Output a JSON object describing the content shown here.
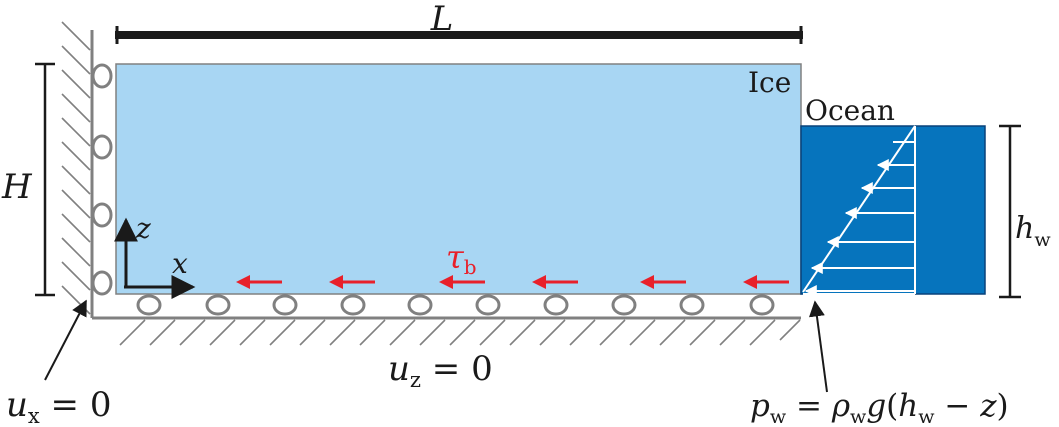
{
  "labels": {
    "length": "L",
    "height": "H",
    "ice": "Ice",
    "ocean": "Ocean",
    "water_depth_sym": "h",
    "water_depth_sub": "w",
    "axis_z": "z",
    "axis_x": "x",
    "basal_stress_sym": "τ",
    "basal_stress_sub": "b",
    "bc_left_sym": "u",
    "bc_left_sub": "x",
    "bc_left_rhs": " = 0",
    "bc_bottom_sym": "u",
    "bc_bottom_sub": "z",
    "bc_bottom_rhs": " = 0",
    "pressure_p": "p",
    "pressure_p_sub": "w",
    "pressure_eq": " = ",
    "pressure_rho": "ρ",
    "pressure_rho_sub": "w",
    "pressure_g": "g",
    "pressure_open": "(",
    "pressure_h": "h",
    "pressure_h_sub": "w",
    "pressure_minus": " − ",
    "pressure_z": "z",
    "pressure_close": ")"
  },
  "colors": {
    "ice": "#a8d6f3",
    "ocean": "#0674bd",
    "stress_arrow": "#e8202a",
    "roller": "#808080",
    "line": "#1a1a1a"
  }
}
